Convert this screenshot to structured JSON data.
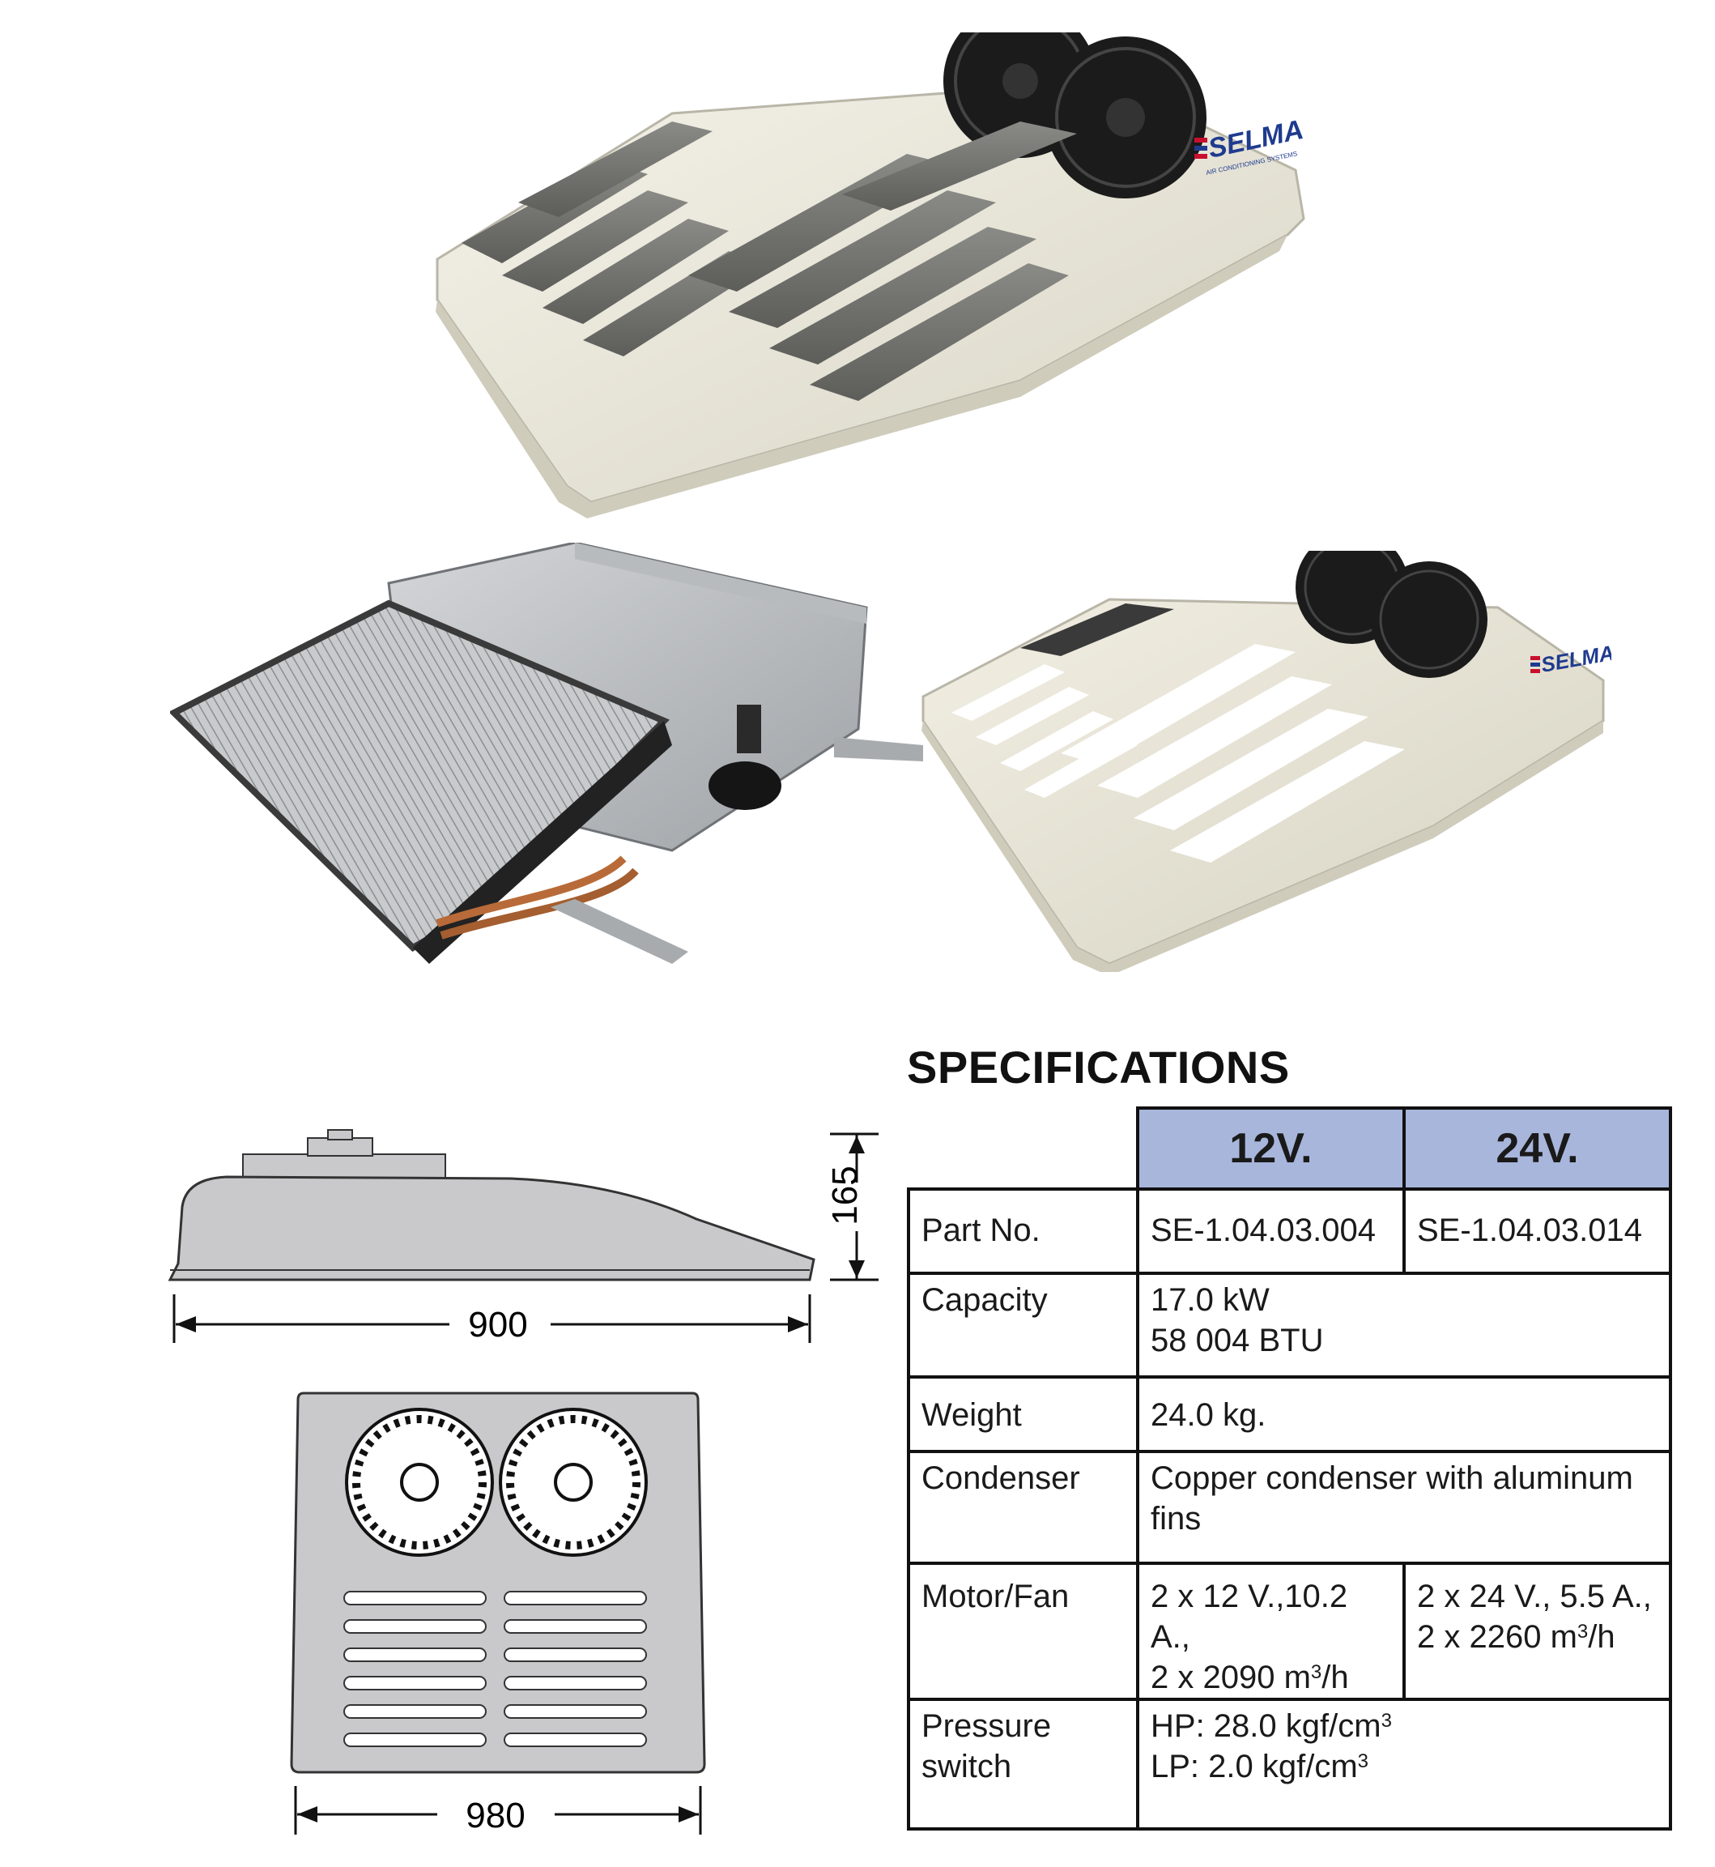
{
  "dimensions": {
    "height": "165",
    "length": "900",
    "width": "980"
  },
  "specifications": {
    "title": "SPECIFICATIONS",
    "columns": [
      "12V.",
      "24V."
    ],
    "part_no": {
      "label": "Part No.",
      "v12": "SE-1.04.03.004",
      "v24": "SE-1.04.03.014"
    },
    "capacity": {
      "label": "Capacity",
      "line1": "17.0 kW",
      "line2": "58 004 BTU"
    },
    "weight": {
      "label": "Weight",
      "value": "24.0 kg."
    },
    "condenser": {
      "label": "Condenser",
      "value": "Copper condenser with aluminum fins"
    },
    "motor_fan": {
      "label": "Motor/Fan",
      "v12_line1": "2 x 12 V.,10.2 A.,",
      "v12_line2": "2 x 2090 m",
      "v24_line1": "2 x 24 V., 5.5 A.,",
      "v24_line2": "2 x 2260 m",
      "unit_sup": "3",
      "unit_suffix": "/h"
    },
    "pressure_switch": {
      "label_line1": "Pressure",
      "label_line2": "switch",
      "hp": "HP: 28.0 kgf/cm",
      "lp": "LP: 2.0 kgf/cm",
      "unit_sup": "3"
    }
  },
  "brand": {
    "logo_text": "SELMA",
    "tagline": "AIR CONDITIONING SYSTEMS"
  },
  "colors": {
    "header_fill": "#a8b6dc",
    "drawing_fill": "#c9c9cc",
    "housing_cream": "#ece9dc"
  }
}
